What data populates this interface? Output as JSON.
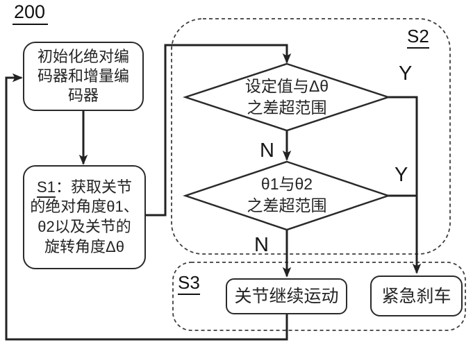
{
  "figure_label": "200",
  "nodes": {
    "init": {
      "text": "初始化绝对编\n码器和增量编\n码器"
    },
    "s1": {
      "id": "S1",
      "text": "：获取关节\n的绝对角度θ1、\nθ2以及关节的\n旋转角度Δθ"
    },
    "decision1": {
      "text": "设定值与Δθ\n之差超范围"
    },
    "decision2": {
      "text": "θ1与θ2\n之差超范围"
    },
    "joint_continue": {
      "text": "关节继续运动"
    },
    "emergency_brake": {
      "text": "紧急刹车"
    }
  },
  "containers": {
    "s2_label": "S2",
    "s3_label": "S3"
  },
  "branches": {
    "yes": "Y",
    "no": "N"
  },
  "colors": {
    "line": "#222222",
    "node_border": "#2a2a2a",
    "dashed_border": "#3d3d3d",
    "text": "#242424",
    "background": "#ffffff"
  }
}
